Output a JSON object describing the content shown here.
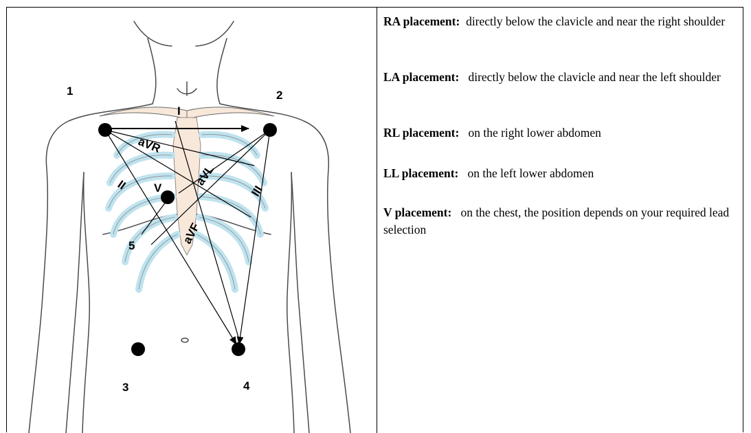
{
  "figure": {
    "electrode_numbers": [
      "1",
      "2",
      "3",
      "4",
      "5"
    ],
    "lead_labels": {
      "I": "I",
      "II": "II",
      "III": "III",
      "aVR": "aVR",
      "aVL": "aVL",
      "aVF": "aVF",
      "V": "V"
    },
    "colors": {
      "rib_fill": "#bfe3ef",
      "sternum_fill": "#f8e8da",
      "outline": "#4a4a4a",
      "electrode": "#000000"
    }
  },
  "placements": [
    {
      "term": "RA placement:",
      "text": "directly below the clavicle and near the right shoulder"
    },
    {
      "term": "LA placement:",
      "text": "directly below the clavicle and near the left shoulder"
    },
    {
      "term": "RL placement:",
      "text": "on the right lower abdomen"
    },
    {
      "term": "LL placement:",
      "text": "on the left lower abdomen"
    },
    {
      "term": "V placement:",
      "text": "on the chest, the position depends on your required lead selection"
    }
  ]
}
